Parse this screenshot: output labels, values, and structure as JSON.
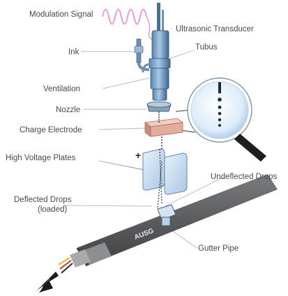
{
  "labels": {
    "modulation_signal": "Modulation Signal",
    "ultrasonic_transducer": "Ultrasonic Transducer",
    "ink": "Ink",
    "tubus": "Tubus",
    "ventilation": "Ventilation",
    "nozzle": "Nozzle",
    "charge_electrode": "Charge Electrode",
    "high_voltage_plates": "High Voltage Plates",
    "plus_sign": "+",
    "undeflected_drops": "Undeflected Drops",
    "deflected_drops_line1": "Deflected Drops",
    "deflected_drops_line2": "(loaded)",
    "gutter_pipe": "Gutter Pipe",
    "cable_print": "AUSG"
  },
  "icons": {
    "signal": "sine-wave-icon",
    "arrow": "arrow-down-left-icon"
  },
  "colors": {
    "signal_wave": "#e79bd9",
    "nozzle_body": "#8cb4d8",
    "charge_electrode": "#e8b9ab",
    "hv_plates": "#cfe0f3",
    "cable": "#5e6062",
    "gutter_pipe": "#d7e3ee",
    "magnifier_lens": "#d9ebf8"
  }
}
